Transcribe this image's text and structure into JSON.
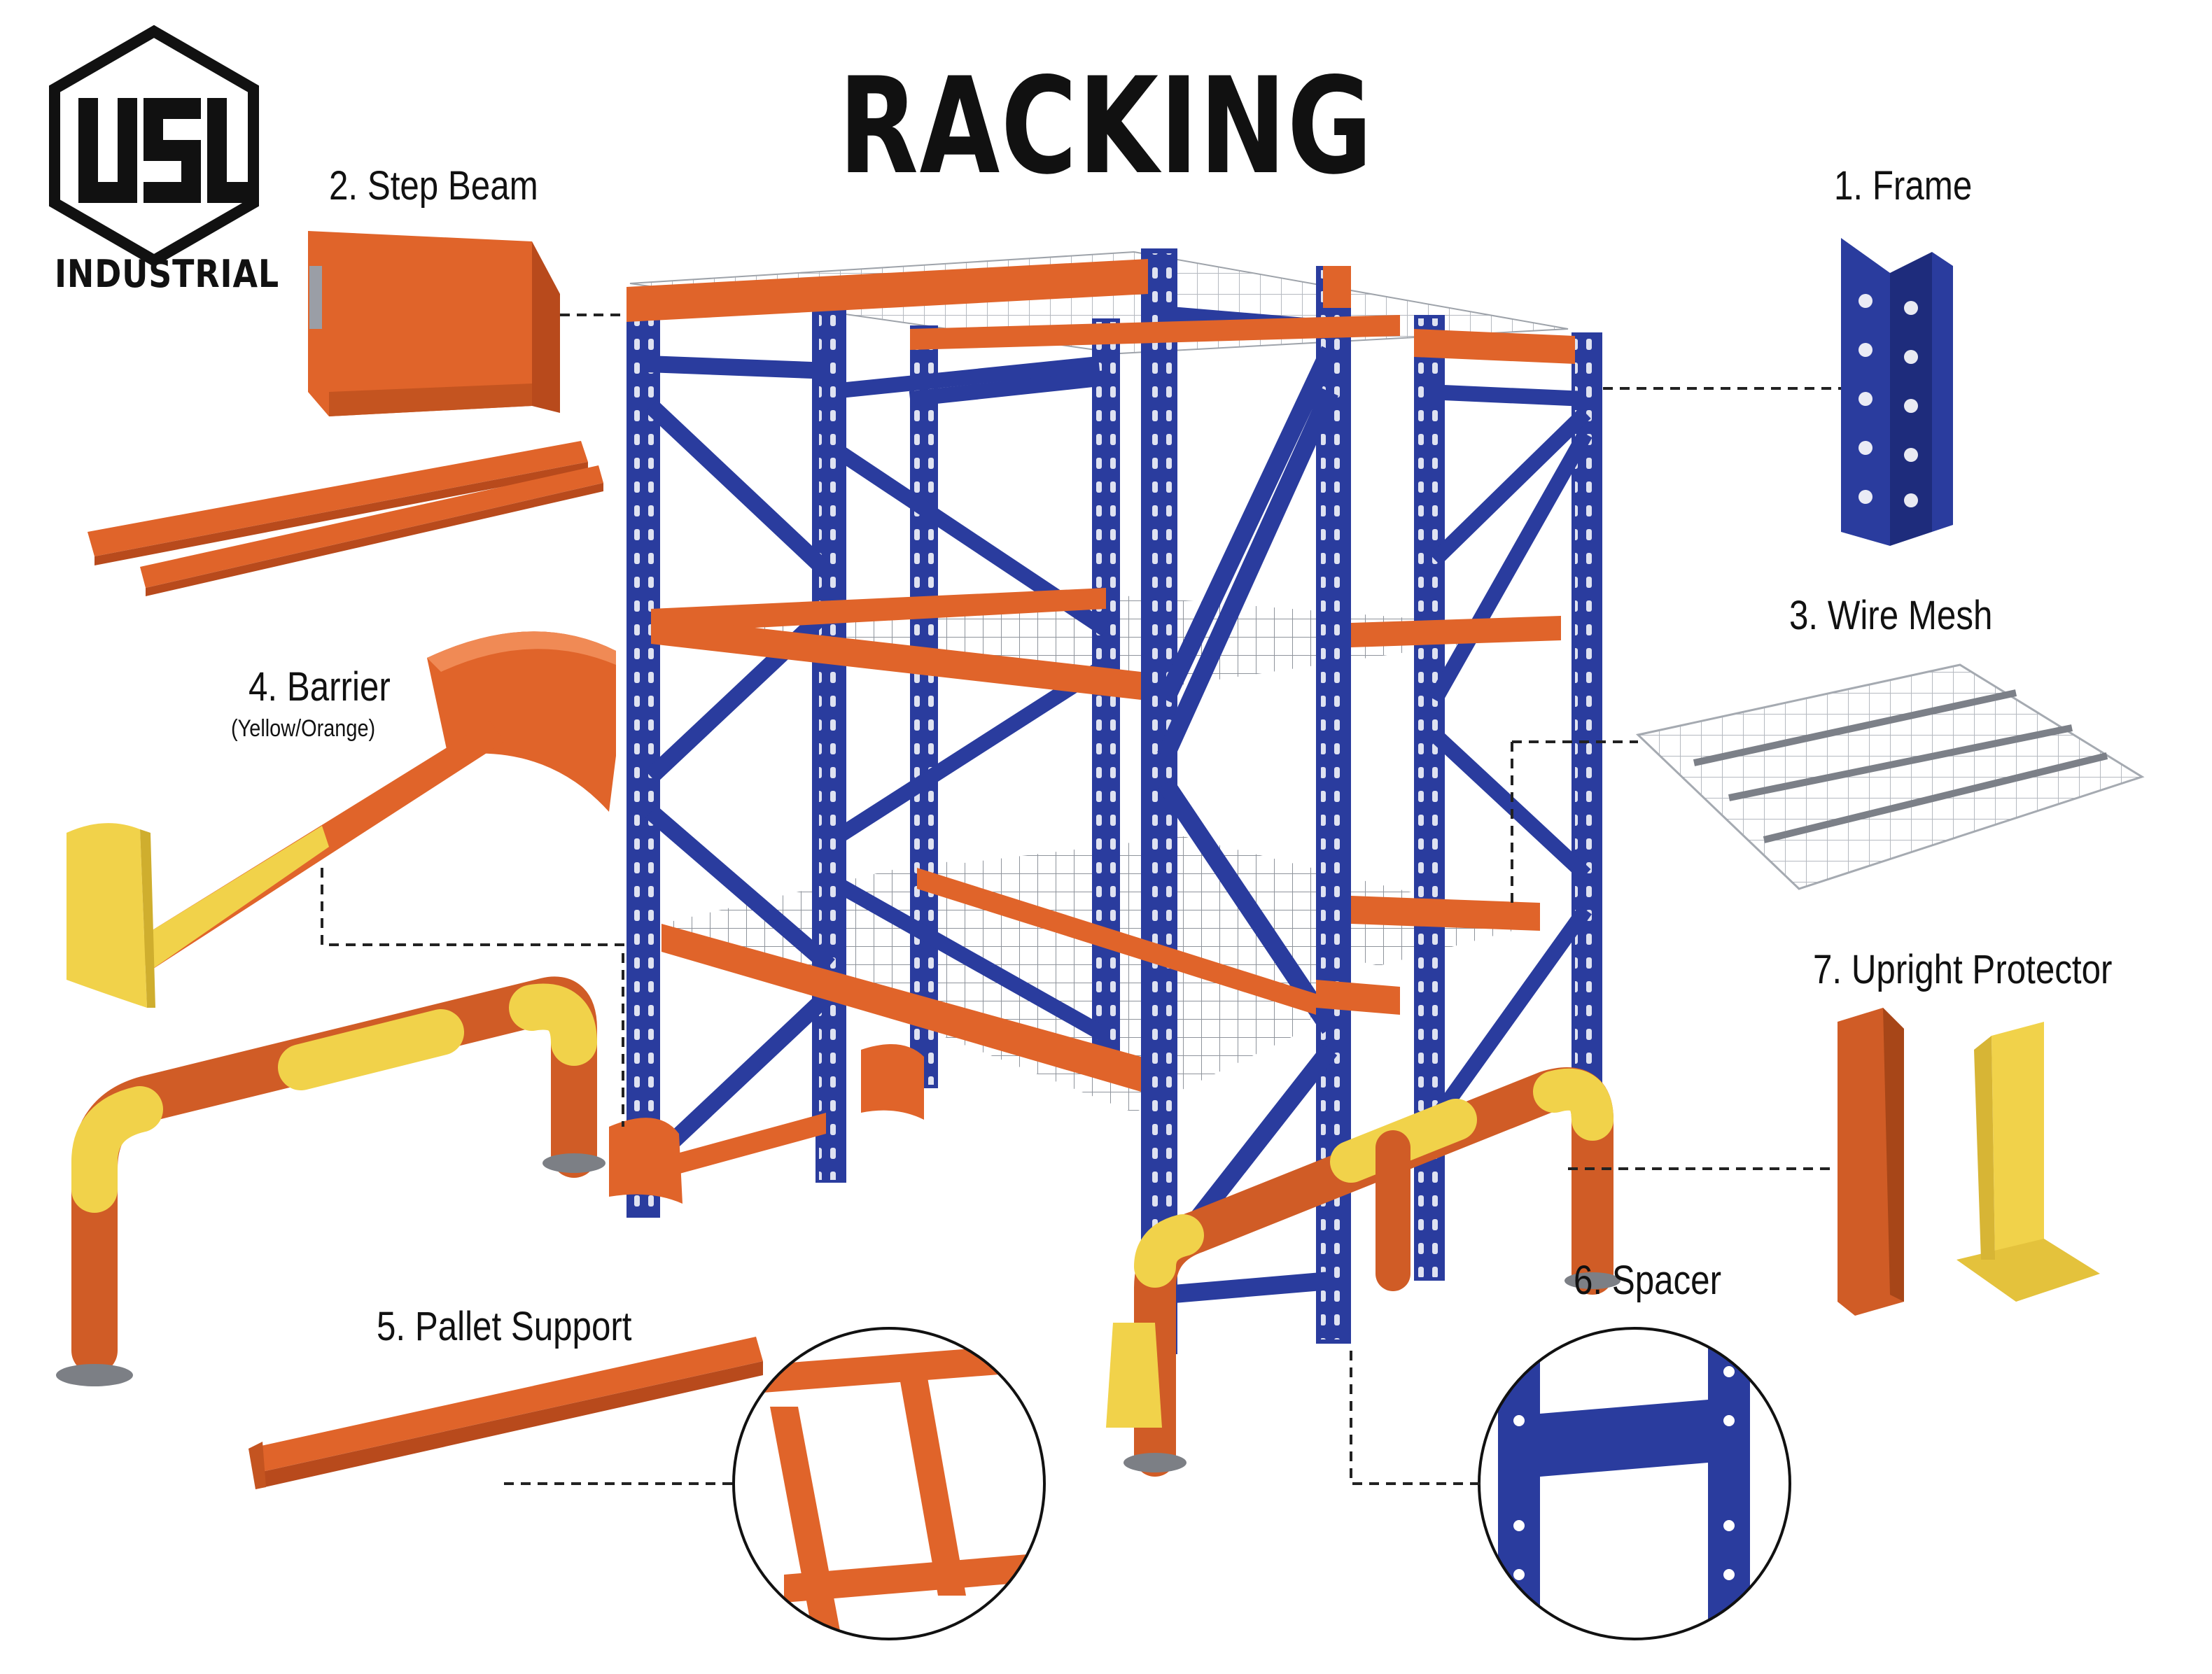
{
  "title": "RACKING",
  "logo": {
    "monogram": "USL",
    "brand": "INDUSTRIAL"
  },
  "labels": {
    "frame": "1. Frame",
    "step_beam": "2. Step Beam",
    "wire_mesh": "3. Wire Mesh",
    "barrier": "4. Barrier",
    "barrier_sub": "(Yellow/Orange)",
    "pallet_support": "5. Pallet Support",
    "spacer": "6. Spacer",
    "upright_protector": "7. Upright Protector"
  },
  "colors": {
    "frame_blue": "#2a3c9e",
    "beam_orange": "#e0642a",
    "barrier_yellow": "#f1d24a",
    "mesh_gray": "#c9ccd2"
  }
}
